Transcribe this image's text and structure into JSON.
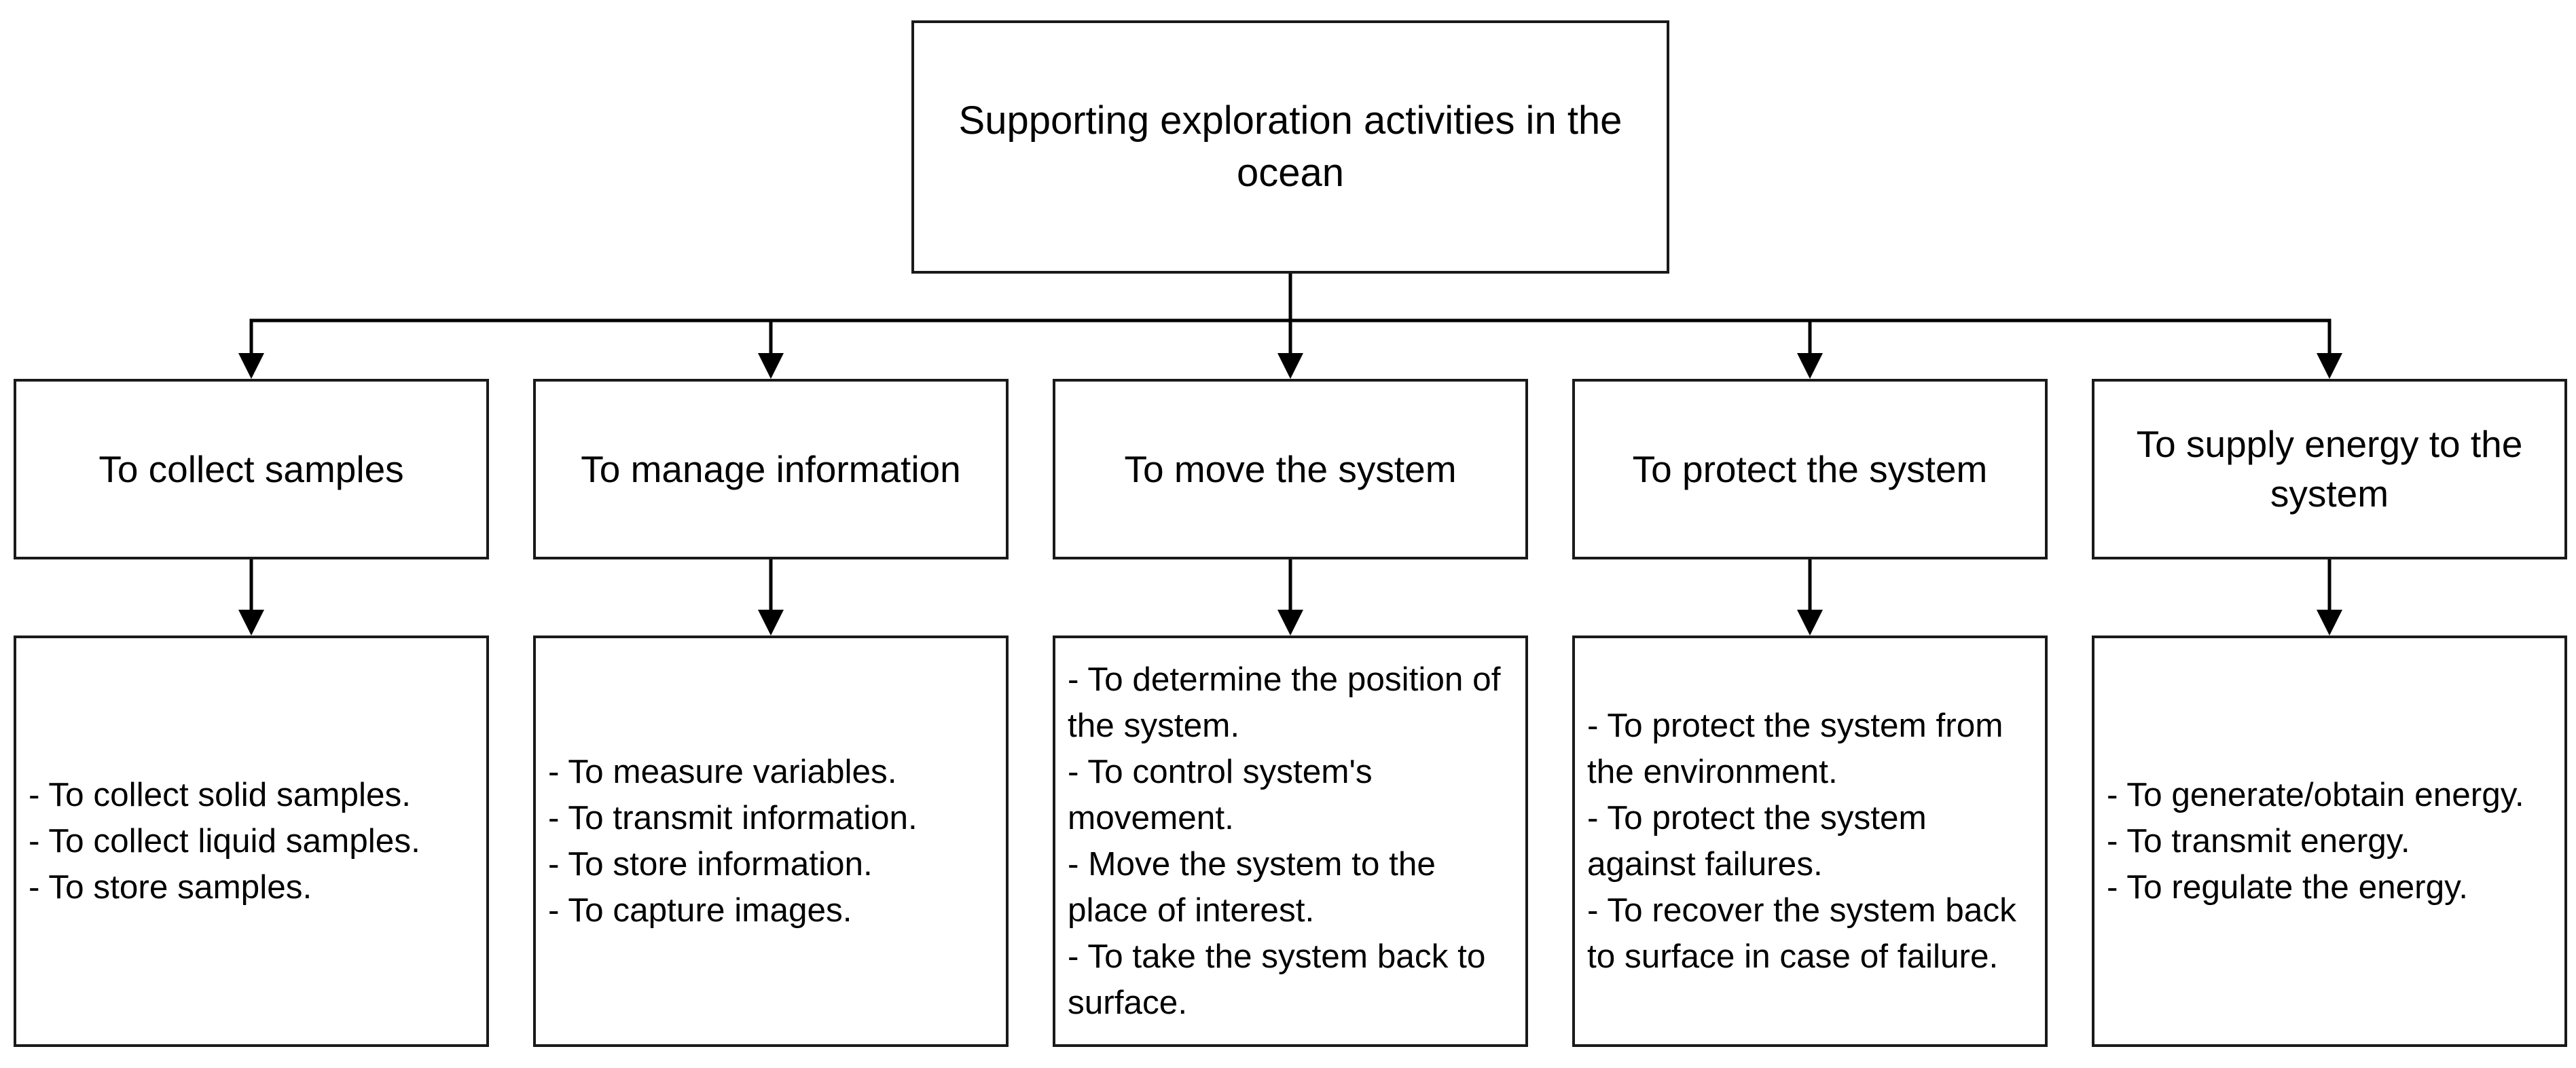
{
  "root": {
    "label": "Supporting exploration activities in the ocean"
  },
  "functions": [
    {
      "label": "To collect samples",
      "subfunctions": [
        "- To collect solid samples.",
        "- To collect liquid samples.",
        "- To store samples."
      ]
    },
    {
      "label": "To manage information",
      "subfunctions": [
        "- To measure variables.",
        "- To transmit information.",
        "- To store information.",
        "- To capture images."
      ]
    },
    {
      "label": "To move the system",
      "subfunctions": [
        "- To determine the position of the system.",
        "- To control system's movement.",
        "- Move the system to the place of interest.",
        "- To take the system back to surface."
      ]
    },
    {
      "label": "To protect the system",
      "subfunctions": [
        "- To protect the system from the environment.",
        "- To protect the system against failures.",
        "- To recover the system back to surface in case of failure."
      ]
    },
    {
      "label": "To supply energy to the system",
      "subfunctions": [
        "- To generate/obtain energy.",
        "- To transmit energy.",
        "- To regulate the energy."
      ]
    }
  ],
  "colors": {
    "line": "#000000",
    "border": "#1a1a1a",
    "background": "#ffffff"
  }
}
